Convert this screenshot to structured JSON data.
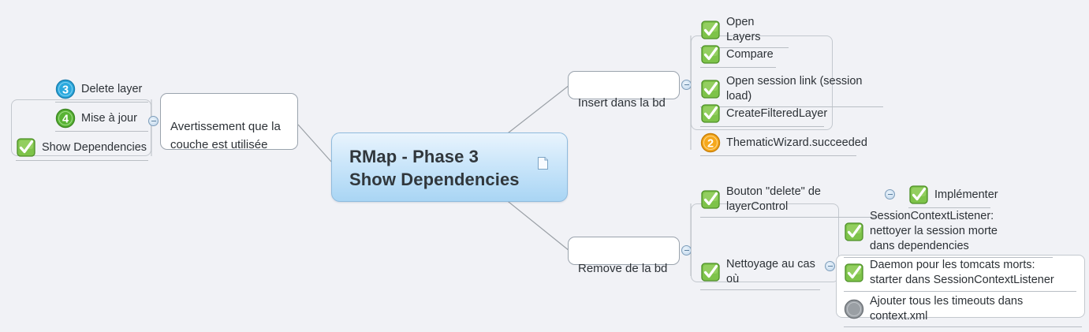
{
  "app": {
    "background_color": "#f1f2f6",
    "kind": "mind-map"
  },
  "central": {
    "title": "RMap - Phase 3\nShow Dependencies",
    "note_icon": "note-icon",
    "fill_color": "#bfe0f8",
    "border_color": "#8fbbdd"
  },
  "branches": {
    "left": {
      "parent": {
        "label": "Avertissement que la\ncouche est utilisée",
        "toggle": "collapse-toggle"
      },
      "children": [
        {
          "label": "Delete layer",
          "icon": "priority-3-icon",
          "icon_color": "#29a8dd"
        },
        {
          "label": "Mise à jour",
          "icon": "priority-4-icon",
          "icon_color": "#54b133"
        },
        {
          "label": "Show Dependencies",
          "icon": "check-icon",
          "icon_color": "#6cbb3c"
        }
      ]
    },
    "insert": {
      "parent": {
        "label": "Insert dans la bd",
        "toggle": "collapse-toggle"
      },
      "children": [
        {
          "label": "Open Layers",
          "icon": "check-icon",
          "icon_color": "#6cbb3c"
        },
        {
          "label": "Compare",
          "icon": "check-icon",
          "icon_color": "#6cbb3c"
        },
        {
          "label": "Open session link (session load)",
          "icon": "check-icon",
          "icon_color": "#6cbb3c"
        },
        {
          "label": "CreateFilteredLayer",
          "icon": "check-icon",
          "icon_color": "#6cbb3c"
        },
        {
          "label": "ThematicWizard.succeeded",
          "icon": "priority-2-icon",
          "icon_color": "#f5a623"
        }
      ]
    },
    "remove": {
      "parent": {
        "label": "Remove de la bd",
        "toggle": "collapse-toggle"
      },
      "children": [
        {
          "label": "Bouton \"delete\" de layerControl",
          "icon": "check-icon",
          "icon_color": "#6cbb3c",
          "toggle": "collapse-toggle",
          "children": [
            {
              "label": "Implémenter",
              "icon": "check-icon",
              "icon_color": "#6cbb3c"
            }
          ]
        },
        {
          "label": "Nettoyage au cas où",
          "icon": "check-icon",
          "icon_color": "#6cbb3c",
          "toggle": "collapse-toggle",
          "children": [
            {
              "label": "SessionContextListener:\nnettoyer la session morte\ndans dependencies",
              "icon": "check-icon",
              "icon_color": "#6cbb3c"
            },
            {
              "label": "Daemon pour les tomcats morts:\nstarter dans SessionContextListener",
              "icon": "check-icon",
              "icon_color": "#6cbb3c"
            },
            {
              "label": "Ajouter tous les timeouts dans context.xml",
              "icon": "progress-half-icon",
              "icon_color": "#8a8f94"
            }
          ]
        }
      ]
    }
  }
}
